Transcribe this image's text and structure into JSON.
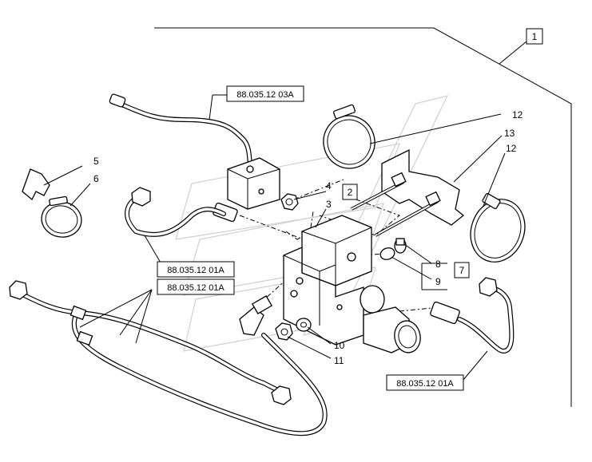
{
  "refs": {
    "r03a": "88.035.12 03A",
    "r01a_upper": "88.035.12 01A",
    "r01a_middle": "88.035.12 01A",
    "r01a_right": "88.035.12 01A"
  },
  "items": {
    "n1": "1",
    "n2": "2",
    "n3": "3",
    "n4": "4",
    "n5": "5",
    "n6": "6",
    "n7": "7",
    "n8": "8",
    "n9": "9",
    "n10": "10",
    "n11": "11",
    "n12a": "12",
    "n12b": "12",
    "n13": "13"
  }
}
